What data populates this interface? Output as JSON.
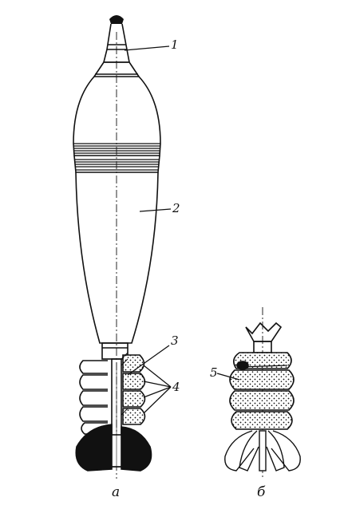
{
  "figure": {
    "callouts": [
      {
        "id": "1",
        "text": "1"
      },
      {
        "id": "2",
        "text": "2"
      },
      {
        "id": "3",
        "text": "3"
      },
      {
        "id": "4",
        "text": "4"
      },
      {
        "id": "5",
        "text": "5"
      }
    ],
    "captions": {
      "a": "а",
      "b": "б"
    },
    "colors": {
      "ink": "#111111",
      "paper": "#ffffff"
    }
  }
}
